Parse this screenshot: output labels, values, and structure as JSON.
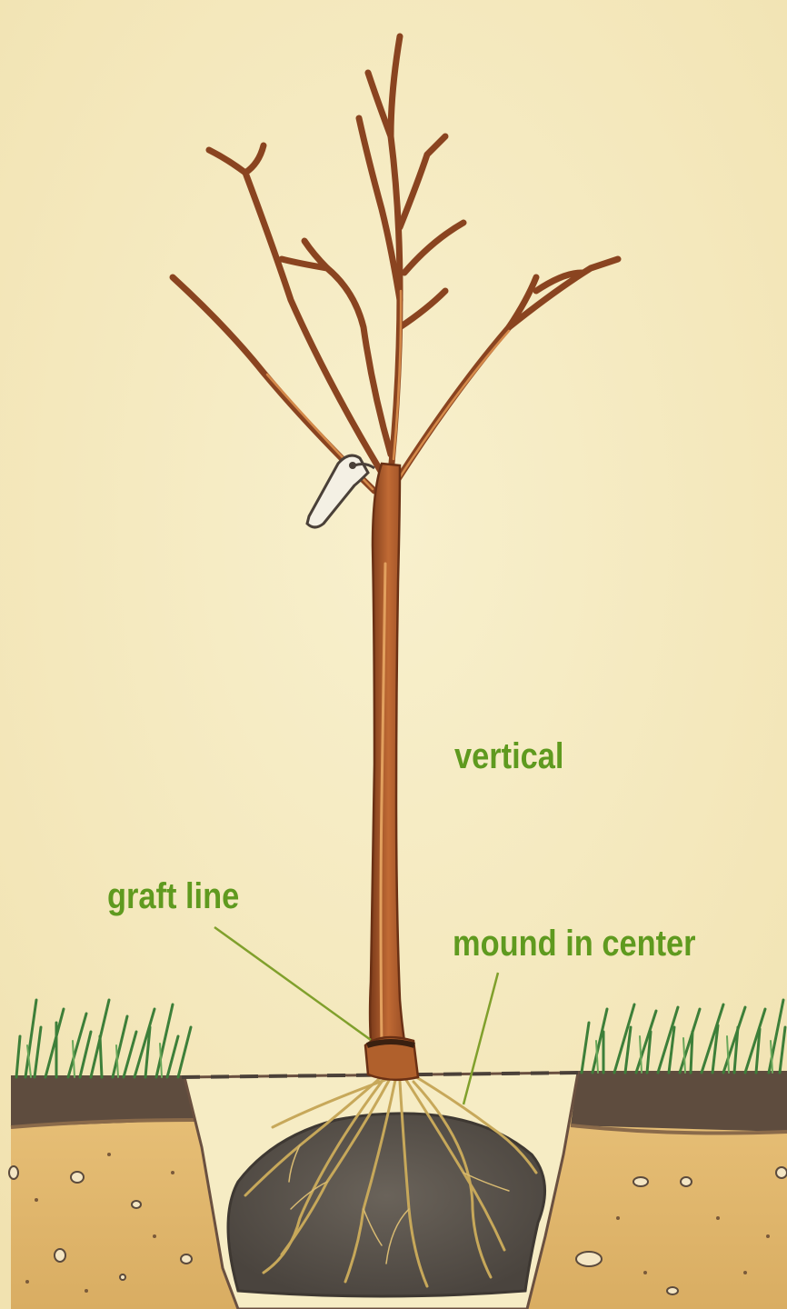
{
  "labels": {
    "vertical": "vertical",
    "graft_line": "graft line",
    "mound_in_center": "mound in center"
  },
  "colors": {
    "label_green": "#5f9a1f",
    "background": "#f6ecc4",
    "soil_dark": "#5b4a3c",
    "soil_light": "#e1b971",
    "root_ball": "#58524c",
    "bark": "#a8582c",
    "grass": "#3d7f39",
    "pointer_line": "#80a02c"
  }
}
